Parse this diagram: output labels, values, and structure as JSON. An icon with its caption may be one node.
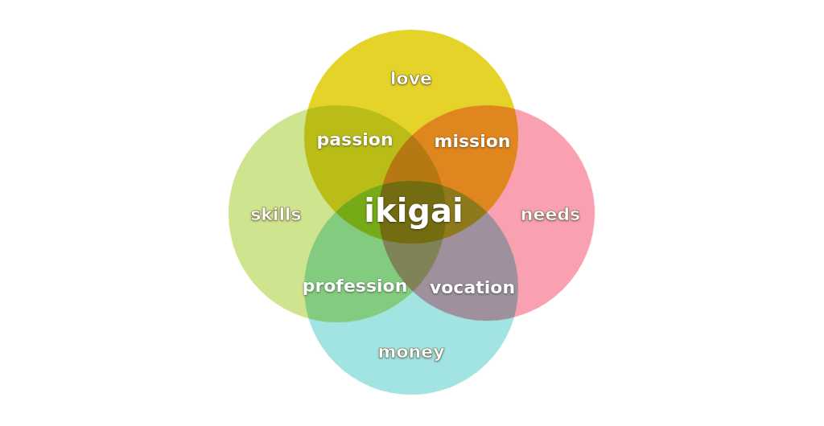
{
  "diagram": {
    "nodes": [
      {
        "text": [
          "love"
        ]
      },
      {
        "text": [
          "skills"
        ]
      },
      {
        "text": [
          "needs"
        ]
      },
      {
        "text": [
          "money"
        ]
      }
    ],
    "labels": [
      "passion",
      "mission",
      "ikigai",
      "profession",
      "vocation"
    ]
  }
}
